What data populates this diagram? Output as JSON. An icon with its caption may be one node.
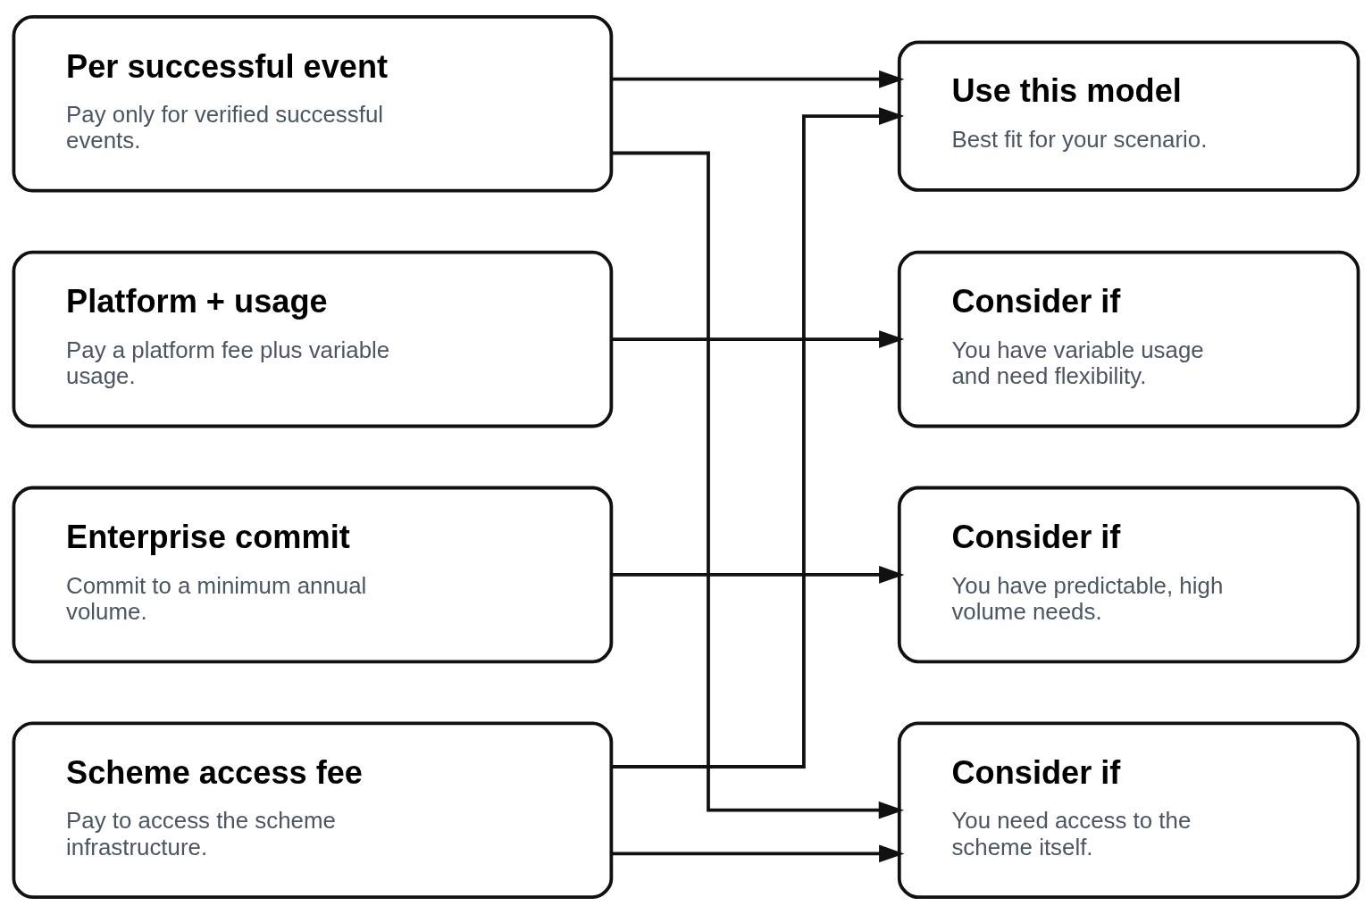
{
  "diagram": {
    "nodes": [
      {
        "text": [
          "Per successful event",
          "Pay only for verified successful events."
        ]
      },
      {
        "text": [
          "Platform + usage",
          "Pay a platform fee plus variable usage."
        ]
      },
      {
        "text": [
          "Enterprise commit",
          "Commit to a minimum annual volume."
        ]
      },
      {
        "text": [
          "Scheme access fee",
          "Pay to access the scheme infrastructure."
        ]
      },
      {
        "text": [
          "Use this model",
          "Best fit for your scenario."
        ]
      },
      {
        "text": [
          "Consider if",
          "You have variable usage and need flexibility."
        ]
      },
      {
        "text": [
          "Consider if",
          "You have predictable, high volume needs."
        ]
      },
      {
        "text": [
          "Consider if",
          "You need access to the scheme itself."
        ]
      }
    ],
    "edges": [
      {
        "from": 0,
        "to": 4,
        "arrow": "to"
      },
      {
        "from": 0,
        "to": 7,
        "arrow": "to"
      },
      {
        "from": 1,
        "to": 5,
        "arrow": "to"
      },
      {
        "from": 2,
        "to": 6,
        "arrow": "to"
      },
      {
        "from": 3,
        "to": 4,
        "arrow": "to"
      },
      {
        "from": 3,
        "to": 7,
        "arrow": "to"
      }
    ]
  }
}
